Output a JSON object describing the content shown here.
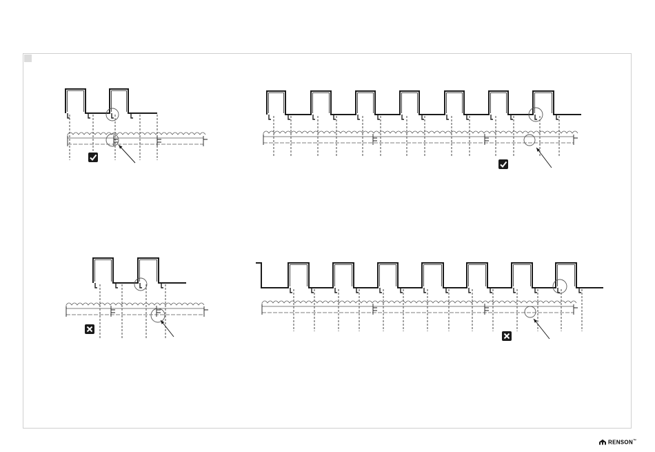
{
  "colors": {
    "line": "#1a1a1a",
    "light_line": "#555555",
    "frame": "#cfcfcf",
    "corner_box": "#dcdcdc"
  },
  "diagrams": [
    {
      "id": "top-left",
      "status": "correct",
      "status_icon": "check-icon"
    },
    {
      "id": "top-right",
      "status": "correct",
      "status_icon": "check-icon"
    },
    {
      "id": "bottom-left",
      "status": "incorrect",
      "status_icon": "cross-icon"
    },
    {
      "id": "bottom-right",
      "status": "incorrect",
      "status_icon": "cross-icon"
    }
  ],
  "footer": {
    "brand": "RENSON",
    "brand_mark": "™",
    "logo_icon": "renson-house-icon"
  }
}
